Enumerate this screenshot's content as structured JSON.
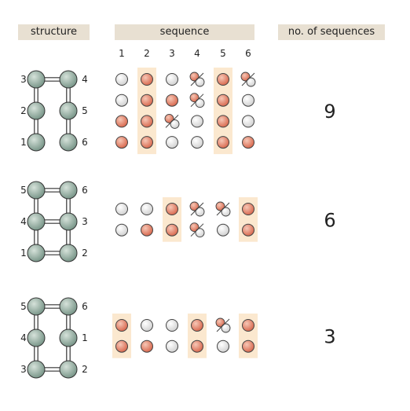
{
  "headers": {
    "structure": "structure",
    "sequence": "sequence",
    "count": "no. of sequences"
  },
  "column_numbers": [
    "1",
    "2",
    "3",
    "4",
    "5",
    "6"
  ],
  "colors": {
    "node": "#8fa89a",
    "red": "#e07860",
    "grey": "#e4e4e4",
    "highlight": "#fbe8cf",
    "header_bg": "#e8e0d2"
  },
  "groups": [
    {
      "count": "9",
      "structure": {
        "labels_left": [
          "3",
          "2",
          "1"
        ],
        "labels_right": [
          "4",
          "5",
          "6"
        ],
        "rungs": [
          0
        ]
      },
      "highlight_columns": [
        2,
        5
      ],
      "rows": [
        [
          "grey",
          "red",
          "grey",
          "mixed",
          "red",
          "mixed"
        ],
        [
          "grey",
          "red",
          "red",
          "mixed",
          "red",
          "grey"
        ],
        [
          "red",
          "red",
          "mixed",
          "grey",
          "red",
          "grey"
        ],
        [
          "red",
          "red",
          "grey",
          "grey",
          "red",
          "red"
        ]
      ]
    },
    {
      "count": "6",
      "structure": {
        "labels_left": [
          "5",
          "4",
          "1"
        ],
        "labels_right": [
          "6",
          "3",
          "2"
        ],
        "rungs": [
          0,
          1,
          2
        ]
      },
      "highlight_columns": [
        3,
        6
      ],
      "rows": [
        [
          "grey",
          "grey",
          "red",
          "mixed",
          "mixed",
          "red"
        ],
        [
          "grey",
          "red",
          "red",
          "mixed",
          "grey",
          "red"
        ]
      ]
    },
    {
      "count": "3",
      "structure": {
        "labels_left": [
          "5",
          "4",
          "3"
        ],
        "labels_right": [
          "6",
          "1",
          "2"
        ],
        "rungs": [
          0,
          2
        ]
      },
      "highlight_columns": [
        1,
        4,
        6
      ],
      "rows": [
        [
          "red",
          "grey",
          "grey",
          "red",
          "mixed",
          "red"
        ],
        [
          "red",
          "red",
          "grey",
          "red",
          "grey",
          "red"
        ]
      ]
    }
  ]
}
